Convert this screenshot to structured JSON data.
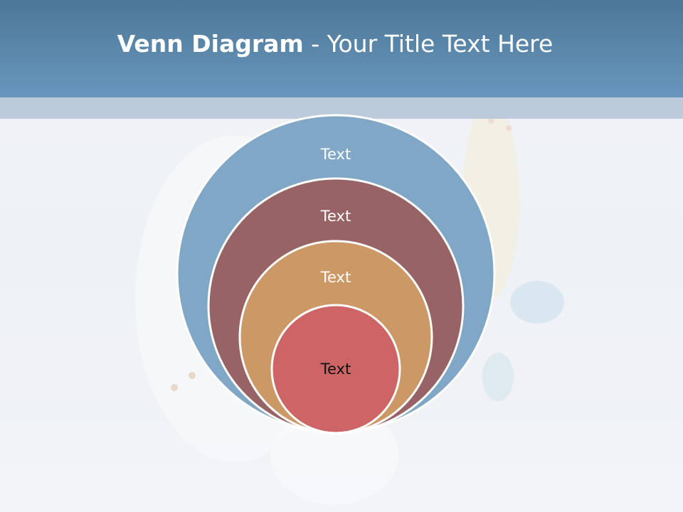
{
  "slide": {
    "title_bold": "Venn Diagram",
    "title_rest": " - Your Title Text Here"
  },
  "diagram": {
    "circles": [
      {
        "label": "Text",
        "fill": "#80a7c6",
        "text_color": "#ffffff"
      },
      {
        "label": "Text",
        "fill": "#986364",
        "text_color": "#ffffff"
      },
      {
        "label": "Text",
        "fill": "#cc9865",
        "text_color": "#ffffff"
      },
      {
        "label": "Text",
        "fill": "#cd6466",
        "text_color": "#111111"
      }
    ]
  },
  "colors": {
    "header": "#5a87ad",
    "header_strip": "#bccbdb",
    "circle_stroke": "#ffffff"
  }
}
